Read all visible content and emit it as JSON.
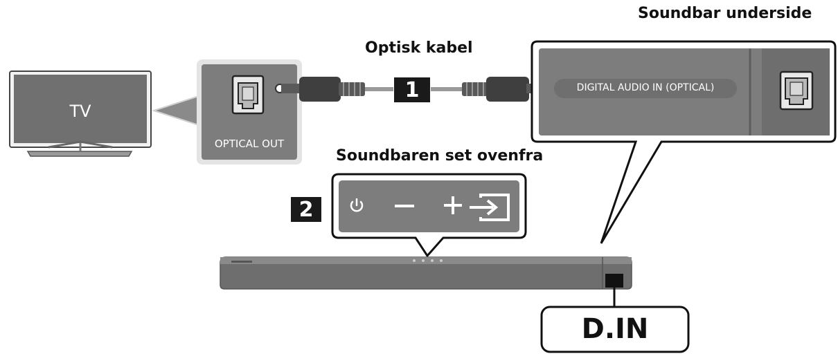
{
  "labels": {
    "optisk_kabel": "Optisk kabel",
    "soundbar_underside": "Soundbar underside",
    "soundbaren_set_ovenfra": "Soundbaren set ovenfra",
    "tv": "TV",
    "optical_out": "OPTICAL OUT",
    "digital_audio_in": "DIGITAL AUDIO IN (OPTICAL)",
    "d_in": "D.IN"
  },
  "steps": {
    "step1": "1",
    "step2": "2"
  },
  "buttons": {
    "power": "power-icon",
    "minus": "minus-icon",
    "plus": "plus-icon",
    "source": "source-input-icon"
  },
  "colors": {
    "panel_gray": "#7d7d7d",
    "dark_gray": "#5a5a5a",
    "cable_dark": "#3f3f3f",
    "badge": "#1a1a1a",
    "outline": "#111111"
  }
}
